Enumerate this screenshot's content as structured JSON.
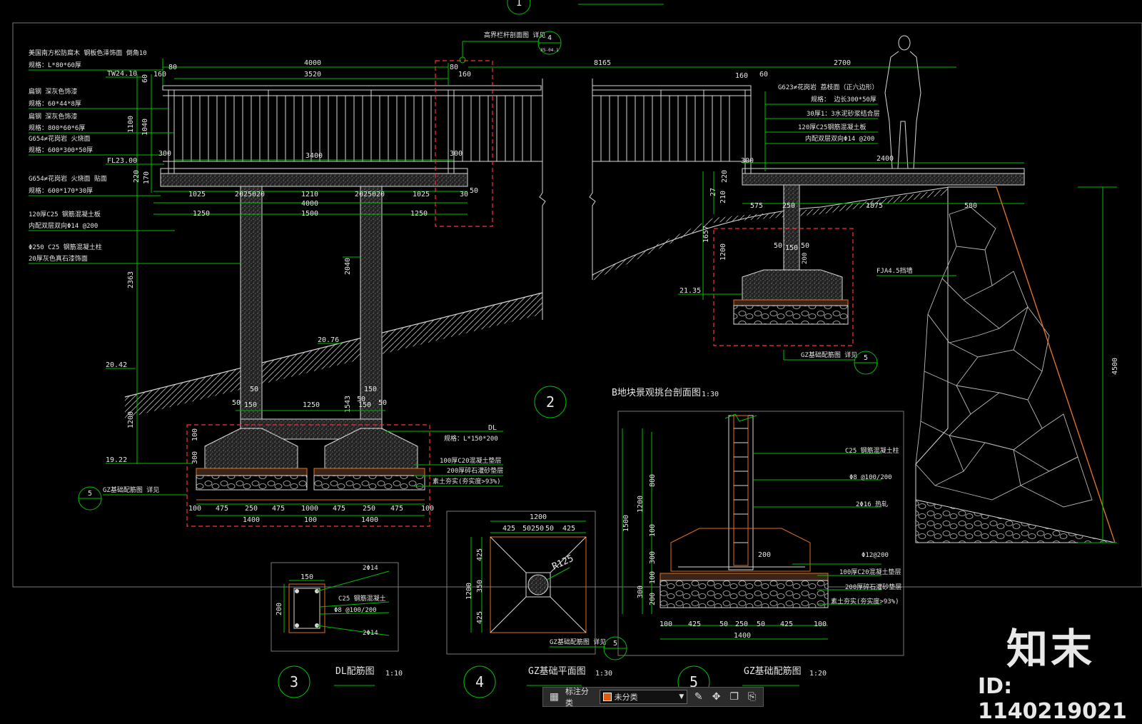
{
  "drawing": {
    "top_marker": "1",
    "detail_titles": [
      {
        "num": "2",
        "title": "B地块景观挑台剖面图",
        "scale": "1:30"
      },
      {
        "num": "3",
        "title": "DL配筋图",
        "scale": "1:10"
      },
      {
        "num": "4",
        "title": "GZ基础平面图",
        "scale": "1:30"
      },
      {
        "num": "5",
        "title": "GZ基础配筋图",
        "scale": "1:20"
      }
    ],
    "left_notes": [
      "美国南方松防腐木  钢板色泽饰面  倒角10",
      "规格：L*80*60厚",
      "扁钢  深灰色饰漆",
      "规格：60*44*8厚",
      "扁钢  深灰色饰漆",
      "规格：800*60*6厚",
      "G654≠花岗岩  火烧面",
      "规格：600*300*50厚",
      "G654≠花岗岩  火烧面  贴面",
      "规格：600*170*30厚",
      "120厚C25 钢筋混凝土板",
      "内配双层双向Φ14 @200",
      "Φ250  C25 钢筋混凝土柱",
      "20厚灰色真石漆饰面"
    ],
    "right_notes": [
      "G623≠花岗岩  荔枝面（正六边形）",
      "规格：  边长300*50厚",
      "30厚1：3水泥砂浆结合层",
      "120厚C25钢筋混凝土板",
      "内配双层双向Φ14 @200"
    ],
    "callouts": {
      "railing_ref": "高界栏杆剖面图  详见",
      "railing_ref_num": "4",
      "railing_ref_sheet": "XS-04.1",
      "gz_ref": "GZ基础配筋图  详见",
      "gz_ref_num": "5",
      "retaining": "FJA4.5挡墙",
      "dl_label": "DL",
      "dl_spec": "规格：L*150*200"
    },
    "elevations": [
      "TW24.10",
      "FL23.00",
      "20.76",
      "20.42",
      "19.22",
      "21.35"
    ],
    "foundation_notes": [
      "100厚C20混凝土垫层",
      "200厚碎石灌砂垫层",
      "素土夯实(夯实度>93%)"
    ],
    "gz_notes": [
      "C25 钢筋混凝土柱",
      "Φ8 @100/200",
      "2Φ16  热轧",
      "Φ12@200",
      "100厚C20混凝土垫层",
      "200厚碎石灌砂垫层",
      "素土夯实(夯实度>93%)"
    ],
    "dl_notes": [
      "2Φ14",
      "C25 钢筋混凝土",
      "Φ8 @100/200",
      "2Φ14"
    ],
    "dims_top": {
      "d4000": "4000",
      "d3520": "3520",
      "d8165": "8165",
      "d2700": "2700",
      "d3400": "3400",
      "d2400": "2400",
      "d80a": "80",
      "d160a": "160",
      "d80b": "80",
      "d160b": "160",
      "d160c": "160",
      "d60": "60",
      "d300a": "300",
      "d300b": "300",
      "d300c": "300"
    },
    "dims_mid": {
      "a1025": "1025",
      "a2025020": "2025020",
      "a1210": "1210",
      "b2025020": "2025020",
      "b1025": "1025",
      "c4000": "4000",
      "c1250": "1250",
      "c1500": "1500",
      "d1250": "1250",
      "e30": "30",
      "e50": "50",
      "r575": "575",
      "r250": "250",
      "r1875": "1875",
      "r580": "580"
    },
    "dims_vert": {
      "v60": "60",
      "v1100": "1100",
      "v1040": "1040",
      "v220": "220",
      "v170": "170",
      "v2363": "2363",
      "v1200": "1200",
      "v2040": "2040",
      "v1543": "1543",
      "v1657": "1657",
      "v1200b": "1200",
      "v27": "27",
      "v210": "210",
      "v220b": "220",
      "v4500": "4500",
      "v100": "100",
      "v300": "300"
    },
    "dims_foot": [
      "100",
      "475",
      "250",
      "475",
      "1000",
      "475",
      "250",
      "475",
      "100"
    ],
    "dims_foot_totals": {
      "t1": "1400",
      "t2": "100",
      "t3": "1400"
    },
    "dims_col": {
      "c50a": "50",
      "c150a": "150",
      "c1250": "1250",
      "c150b": "150",
      "c50b": "50",
      "c50c": "50",
      "c150c": "150",
      "c50d": "50",
      "c200": "200"
    },
    "plan4": {
      "w": "1200",
      "segs": [
        "425",
        "50",
        "250",
        "50",
        "425"
      ],
      "h1": "425",
      "h2": "350",
      "h3": "425",
      "vh": "1200",
      "radius": "R125",
      "ref": "GZ基础配筋图  详见",
      "ref_num": "5"
    },
    "sec5": {
      "v1500": "1500",
      "v800": "800",
      "v1200": "1200",
      "v100": "100",
      "v300": "300",
      "v100b": "100",
      "v200": "200",
      "v300b": "300",
      "h200": "200",
      "foot": [
        "100",
        "425",
        "50",
        "250",
        "50",
        "425",
        "100"
      ],
      "total": "1400"
    },
    "dl_dims": {
      "w": "150",
      "h": "200"
    }
  },
  "toolbar": {
    "label": "标注分类",
    "selected": "未分类",
    "swatch_color": "#e05a10"
  },
  "watermark": {
    "brand": "知末",
    "id": "ID: 1140219021"
  }
}
